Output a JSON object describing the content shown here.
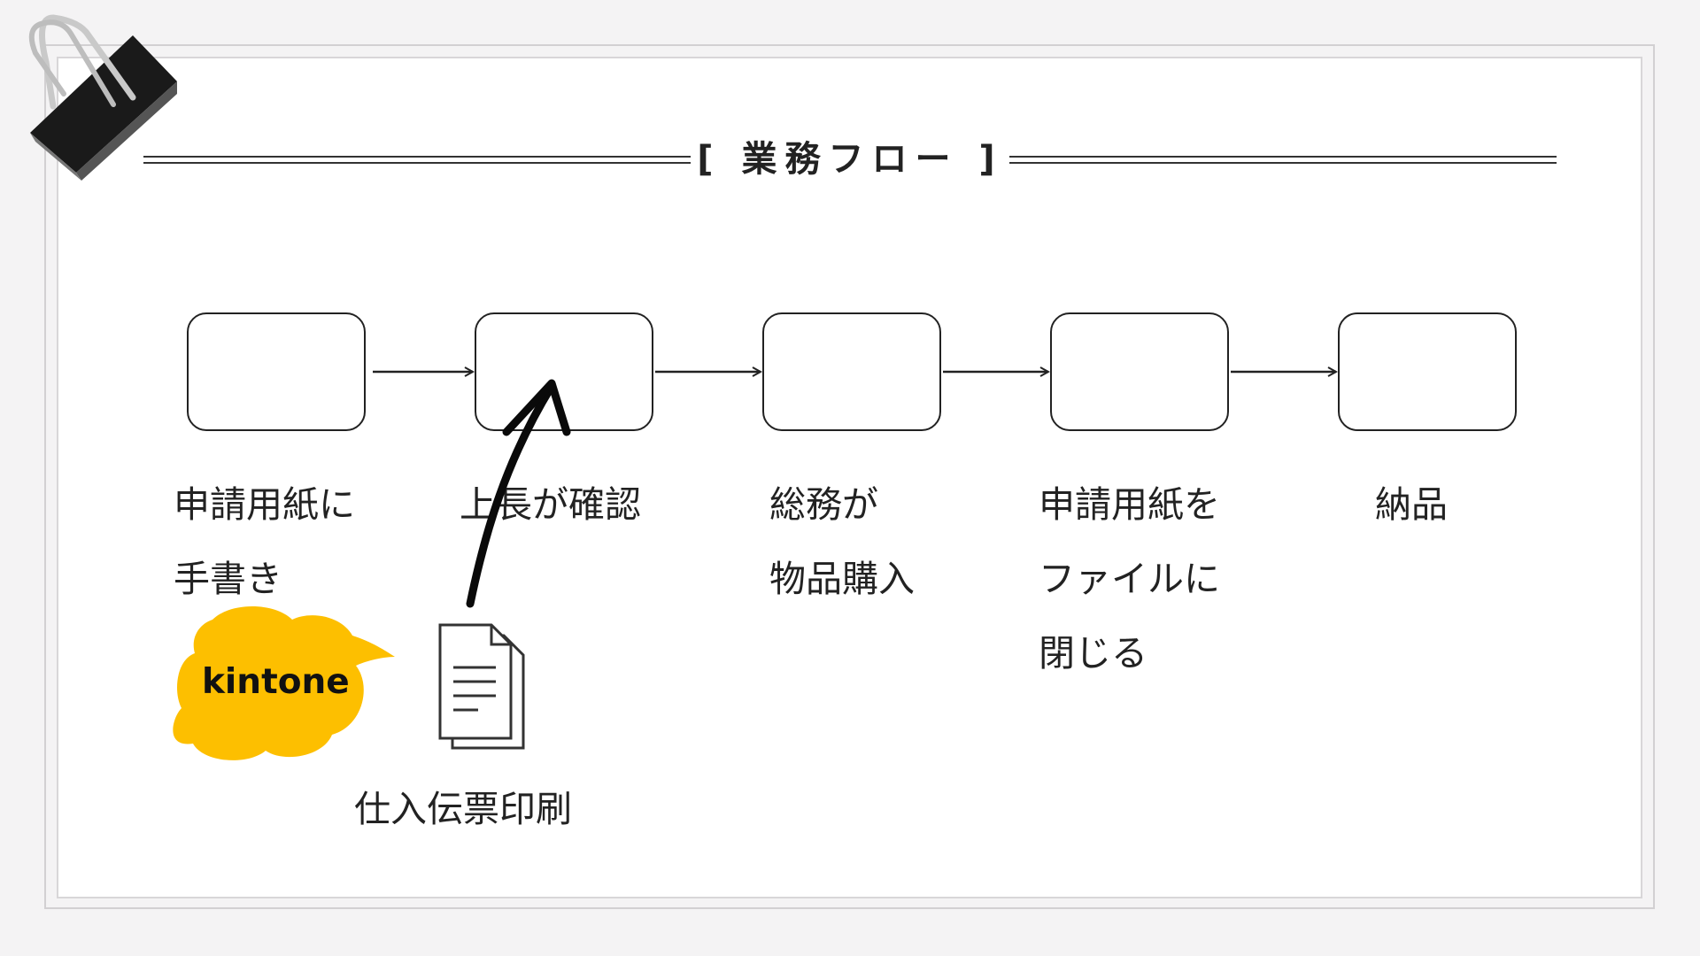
{
  "title": "[ 業務フロー ]",
  "steps": [
    {
      "label": "申請用紙に\n手書き"
    },
    {
      "label": "上長が確認"
    },
    {
      "label": "総務が\n物品購入"
    },
    {
      "label": "申請用紙を\nファイルに\n閉じる"
    },
    {
      "label": "納品"
    }
  ],
  "kintone_logo_text": "kintone",
  "print_label": "仕入伝票印刷",
  "colors": {
    "background": "#f4f3f4",
    "panel": "#ffffff",
    "line": "#222222",
    "kintone_yellow": "#fdbf00"
  },
  "icons": [
    "binder-clip-icon",
    "document-icon",
    "kintone-cloud-icon",
    "hand-drawn-arrow-icon"
  ]
}
